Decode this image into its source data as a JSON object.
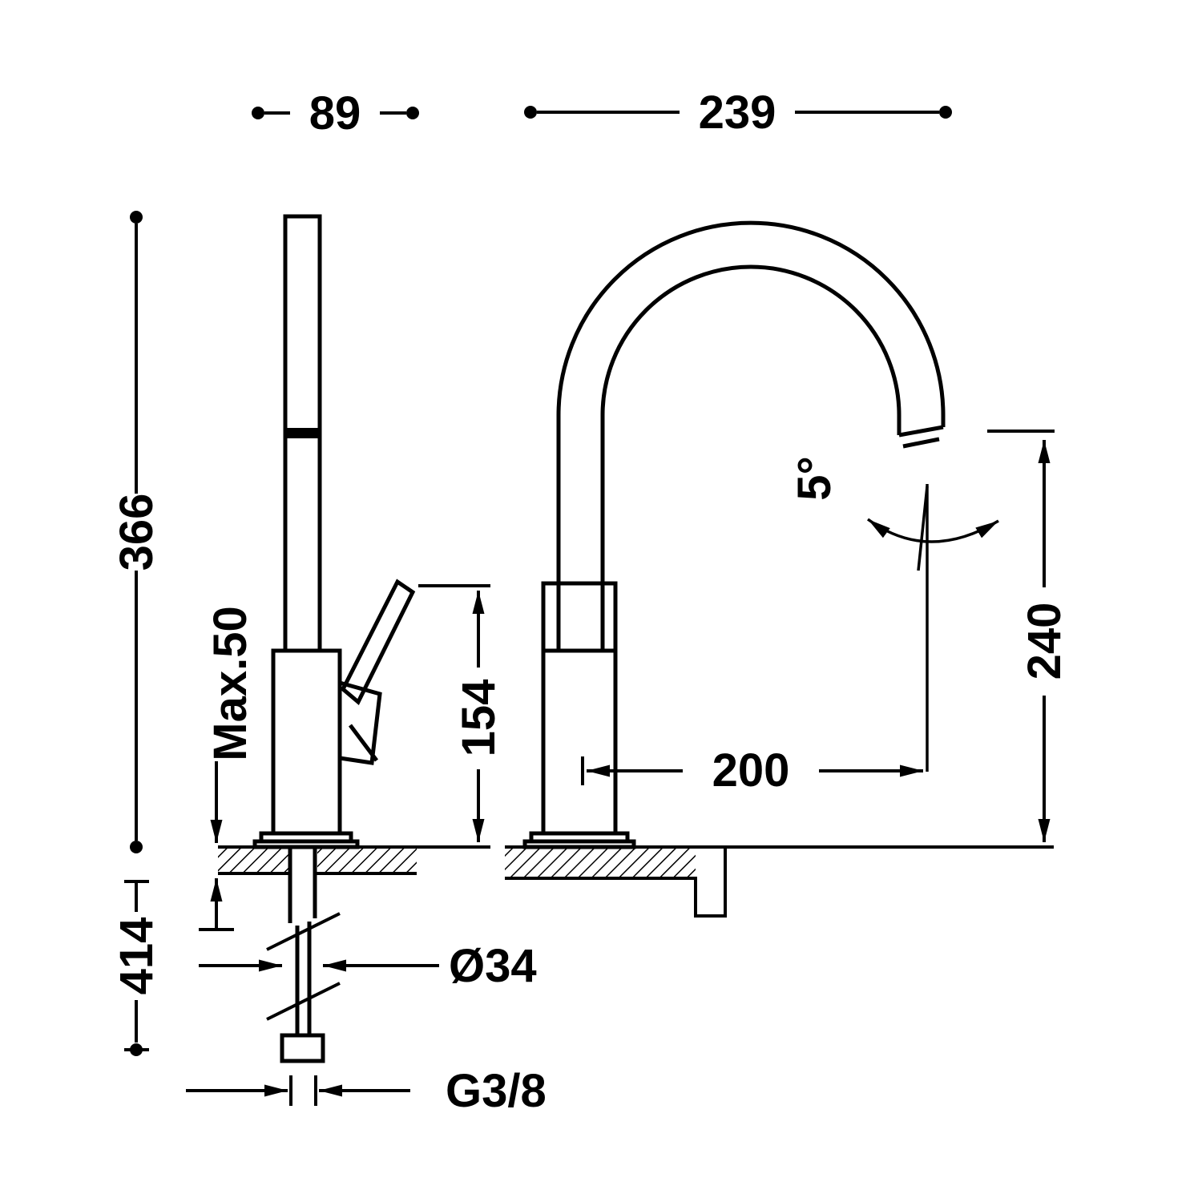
{
  "drawing": {
    "type": "technical-dimension-drawing",
    "subject": "single-lever kitchen mixer tap, side view and front view",
    "units": "mm",
    "colors": {
      "line": "#000000",
      "background": "#ffffff"
    },
    "labels": {
      "top_width": "89",
      "spout_reach_overall": "239",
      "height_above_counter": "366",
      "overall_height": "414",
      "max_counter_thickness": "Max.50",
      "handle_height": "154",
      "swivel_angle": "5°",
      "spout_height": "240",
      "spout_reach": "200",
      "shank_diameter": "Ø34",
      "supply_thread": "G3/8"
    }
  }
}
